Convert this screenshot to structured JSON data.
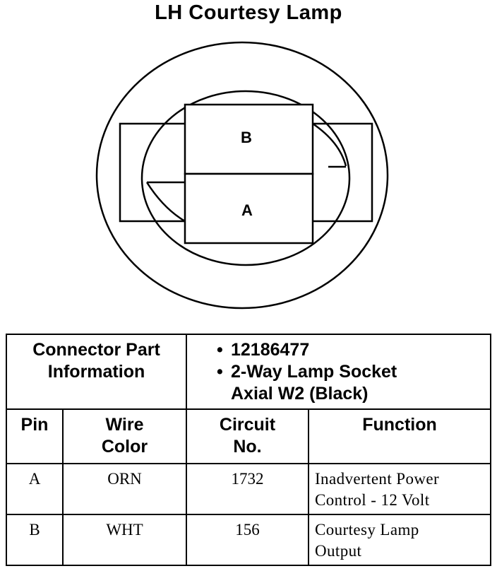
{
  "title": "LH Courtesy Lamp",
  "diagram": {
    "cavity_top_label": "B",
    "cavity_bottom_label": "A"
  },
  "connector_info": {
    "label_line1": "Connector Part",
    "label_line2": "Information",
    "items": [
      "12186477",
      "2-Way Lamp Socket"
    ],
    "item2_continuation": "Axial W2 (Black)"
  },
  "table": {
    "headers": {
      "pin": "Pin",
      "wire_color_line1": "Wire",
      "wire_color_line2": "Color",
      "circuit_line1": "Circuit",
      "circuit_line2": "No.",
      "function": "Function"
    },
    "rows": [
      {
        "pin": "A",
        "wire_color": "ORN",
        "circuit": "1732",
        "function_line1": "Inadvertent Power",
        "function_line2": "Control - 12 Volt"
      },
      {
        "pin": "B",
        "wire_color": "WHT",
        "circuit": "156",
        "function_line1": "Courtesy Lamp",
        "function_line2": "Output"
      }
    ]
  }
}
